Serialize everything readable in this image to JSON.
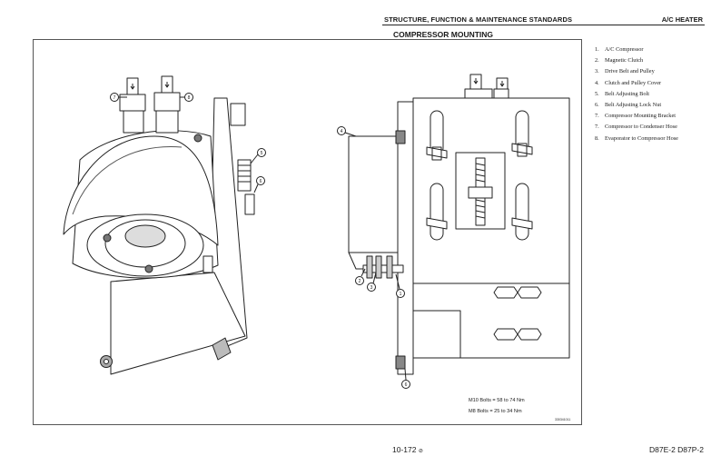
{
  "header": {
    "section": "STRUCTURE, FUNCTION & MAINTENANCE STANDARDS",
    "chapter": "A/C HEATER"
  },
  "title": "COMPRESSOR MOUNTING",
  "legend": [
    {
      "num": "1.",
      "label": "A/C Compressor"
    },
    {
      "num": "2.",
      "label": "Magnetic Clutch"
    },
    {
      "num": "3.",
      "label": "Drive Belt and Pulley"
    },
    {
      "num": "4.",
      "label": "Clutch and Pulley Cover"
    },
    {
      "num": "5.",
      "label": "Belt Adjusting Bolt"
    },
    {
      "num": "6.",
      "label": "Belt Adjusting Lock Nut"
    },
    {
      "num": "7.",
      "label": "Compressor Mounting Bracket"
    },
    {
      "num": "7.",
      "label": "Compressor to Condenser Hose"
    },
    {
      "num": "8.",
      "label": "Evaporator to Compressor Hose"
    }
  ],
  "callouts": {
    "left_view": [
      "7",
      "8",
      "5",
      "6"
    ],
    "right_view": [
      "4",
      "2",
      "3",
      "1",
      "6"
    ]
  },
  "torque": {
    "m10": "M10 Bolts = 58 to 74 Nm",
    "m8": "M8 Bolts = 25 to 34 Nm"
  },
  "figure_id": "330341011",
  "footer": {
    "page": "10-172",
    "page_mark": "⊘",
    "model": "D87E-2 D87P-2"
  }
}
